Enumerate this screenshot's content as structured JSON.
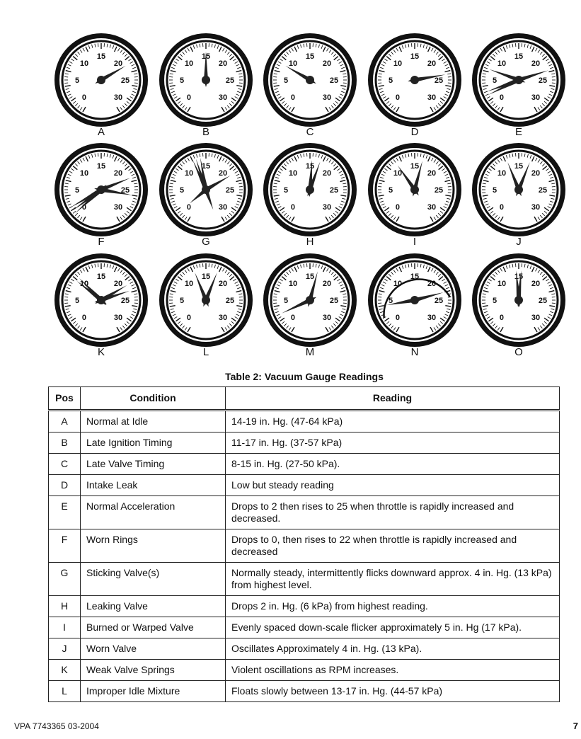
{
  "gauges": [
    {
      "label": "A",
      "dial": [
        "0",
        "5",
        "10",
        "15",
        "20",
        "25",
        "30"
      ],
      "needles": [
        {
          "angle": 60,
          "len": 40
        }
      ]
    },
    {
      "label": "B",
      "dial": [
        "0",
        "5",
        "10",
        "15",
        "20",
        "25",
        "30"
      ],
      "needles": [
        {
          "angle": 0,
          "len": 40
        }
      ]
    },
    {
      "label": "C",
      "dial": [
        "0",
        "5",
        "10",
        "15",
        "20",
        "25",
        "30"
      ],
      "needles": [
        {
          "angle": -60,
          "len": 40
        }
      ]
    },
    {
      "label": "D",
      "dial": [
        "0",
        "5",
        "10",
        "15",
        "20",
        "25",
        "30"
      ],
      "needles": [
        {
          "angle": 80,
          "len": 44
        }
      ]
    },
    {
      "label": "E",
      "dial": [
        "0",
        "5",
        "10",
        "15",
        "20",
        "25",
        "30"
      ],
      "needles": [
        {
          "angle": 72,
          "len": 44
        },
        {
          "angle": -70,
          "len": 44
        },
        {
          "angle": -110,
          "len": 48
        },
        {
          "angle": -116,
          "len": 48
        }
      ]
    },
    {
      "label": "F",
      "dial": [
        "0",
        "5",
        "10",
        "15",
        "20",
        "25",
        "30"
      ],
      "needles": [
        {
          "angle": 68,
          "len": 44
        },
        {
          "angle": 100,
          "len": 44
        },
        {
          "angle": -120,
          "len": 50
        },
        {
          "angle": -126,
          "len": 50
        },
        {
          "angle": -132,
          "len": 50
        }
      ]
    },
    {
      "label": "G",
      "dial": [
        "0",
        "5",
        "10",
        "15",
        "20",
        "25",
        "30"
      ],
      "needles": [
        {
          "angle": 60,
          "len": 40
        },
        {
          "angle": -10,
          "len": 46
        },
        {
          "angle": -18,
          "len": 46
        },
        {
          "angle": -24,
          "len": 46
        },
        {
          "angle": 160,
          "len": 30
        },
        {
          "angle": -130,
          "len": 30
        }
      ]
    },
    {
      "label": "H",
      "dial": [
        "0",
        "5",
        "10",
        "15",
        "20",
        "25",
        "30"
      ],
      "needles": [
        {
          "angle": 20,
          "len": 42
        },
        {
          "angle": 4,
          "len": 42
        }
      ]
    },
    {
      "label": "I",
      "dial": [
        "0",
        "5",
        "10",
        "15",
        "20",
        "25",
        "30"
      ],
      "needles": [
        {
          "angle": 15,
          "len": 42
        },
        {
          "angle": -35,
          "len": 42
        }
      ]
    },
    {
      "label": "J",
      "dial": [
        "0",
        "5",
        "10",
        "15",
        "20",
        "25",
        "30"
      ],
      "needles": [
        {
          "angle": 22,
          "len": 42
        },
        {
          "angle": -22,
          "len": 42
        }
      ]
    },
    {
      "label": "K",
      "dial": [
        "0",
        "5",
        "10",
        "15",
        "20",
        "25",
        "30"
      ],
      "needles": [
        {
          "angle": 60,
          "len": 42
        },
        {
          "angle": 72,
          "len": 42
        },
        {
          "angle": -45,
          "len": 44
        },
        {
          "angle": -52,
          "len": 44
        }
      ]
    },
    {
      "label": "L",
      "dial": [
        "0",
        "5",
        "10",
        "15",
        "20",
        "25",
        "30"
      ],
      "needles": [
        {
          "angle": 22,
          "len": 42
        },
        {
          "angle": -22,
          "len": 42
        }
      ]
    },
    {
      "label": "M",
      "dial": [
        "0",
        "5",
        "10",
        "15",
        "20",
        "25",
        "30"
      ],
      "needles": [
        {
          "angle": 15,
          "len": 42
        },
        {
          "angle": -115,
          "len": 44
        }
      ]
    },
    {
      "label": "N",
      "dial": [
        "0",
        "5",
        "10",
        "15",
        "20",
        "25",
        "30"
      ],
      "needles": [
        {
          "angle": 75,
          "len": 42
        },
        {
          "angle": -100,
          "len": 40
        }
      ],
      "arc": true
    },
    {
      "label": "O",
      "dial": [
        "0",
        "5",
        "10",
        "15",
        "20",
        "25",
        "30"
      ],
      "needles": [
        {
          "angle": 5,
          "len": 42
        },
        {
          "angle": -5,
          "len": 42
        }
      ]
    }
  ],
  "table": {
    "title": "Table 2: Vacuum Gauge Readings",
    "headers": [
      "Pos",
      "Condition",
      "Reading"
    ],
    "rows": [
      [
        "A",
        "Normal at Idle",
        "14-19 in. Hg. (47-64 kPa)"
      ],
      [
        "B",
        "Late Ignition Timing",
        "11-17 in. Hg. (37-57 kPa)"
      ],
      [
        "C",
        "Late Valve Timing",
        "8-15 in. Hg. (27-50 kPa)."
      ],
      [
        "D",
        "Intake Leak",
        "Low but steady reading"
      ],
      [
        "E",
        "Normal Acceleration",
        "Drops to 2 then rises to 25 when throttle is rapidly increased and decreased."
      ],
      [
        "F",
        "Worn Rings",
        "Drops to 0, then rises to 22 when throttle is rapidly increased and decreased"
      ],
      [
        "G",
        "Sticking Valve(s)",
        "Normally steady, intermittently flicks downward approx. 4 in. Hg. (13 kPa) from highest level."
      ],
      [
        "H",
        "Leaking Valve",
        "Drops 2 in. Hg. (6 kPa) from highest reading."
      ],
      [
        "I",
        "Burned or Warped Valve",
        "Evenly spaced down-scale flicker approximately 5 in. Hg (17 kPa)."
      ],
      [
        "J",
        "Worn Valve",
        "Oscillates Approximately 4 in. Hg. (13 kPa)."
      ],
      [
        "K",
        "Weak Valve Springs",
        "Violent oscillations as RPM increases."
      ],
      [
        "L",
        "Improper Idle Mixture",
        "Floats slowly between 13-17 in. Hg. (44-57 kPa)"
      ]
    ]
  },
  "footer": {
    "doc_id": "VPA 7743365 03-2004",
    "page": "7"
  }
}
